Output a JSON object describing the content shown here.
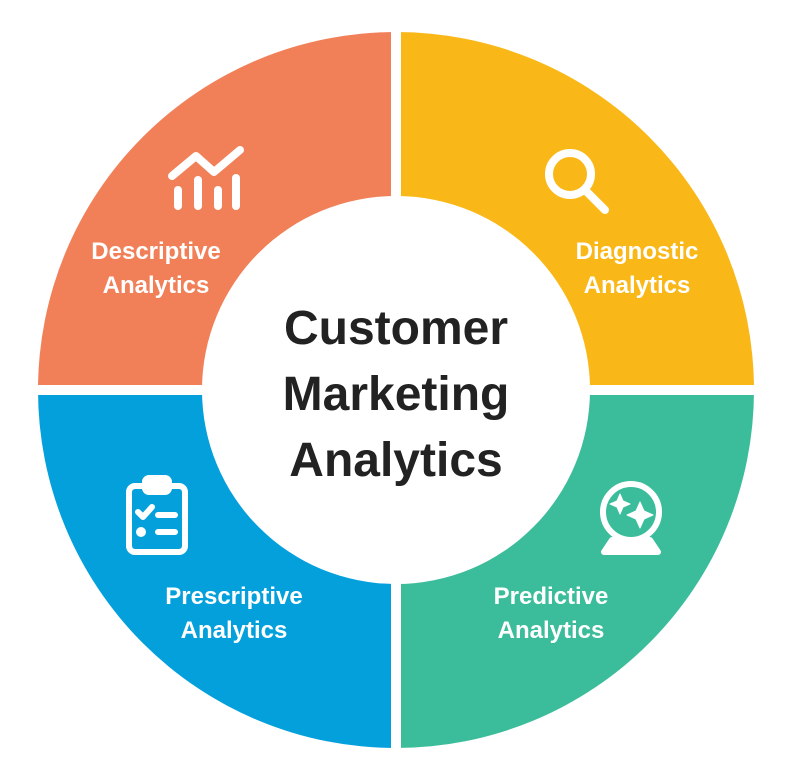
{
  "title": [
    "Customer",
    "Marketing",
    "Analytics"
  ],
  "segments": [
    {
      "line1": "Descriptive",
      "line2": "Analytics",
      "icon": "chart-trend-icon",
      "color": "#F18059"
    },
    {
      "line1": "Diagnostic",
      "line2": "Analytics",
      "icon": "magnifier-icon",
      "color": "#FAB818"
    },
    {
      "line1": "Prescriptive",
      "line2": "Analytics",
      "icon": "clipboard-checklist-icon",
      "color": "#03A0DC"
    },
    {
      "line1": "Predictive",
      "line2": "Analytics",
      "icon": "crystal-ball-icon",
      "color": "#3BBD9B"
    }
  ]
}
